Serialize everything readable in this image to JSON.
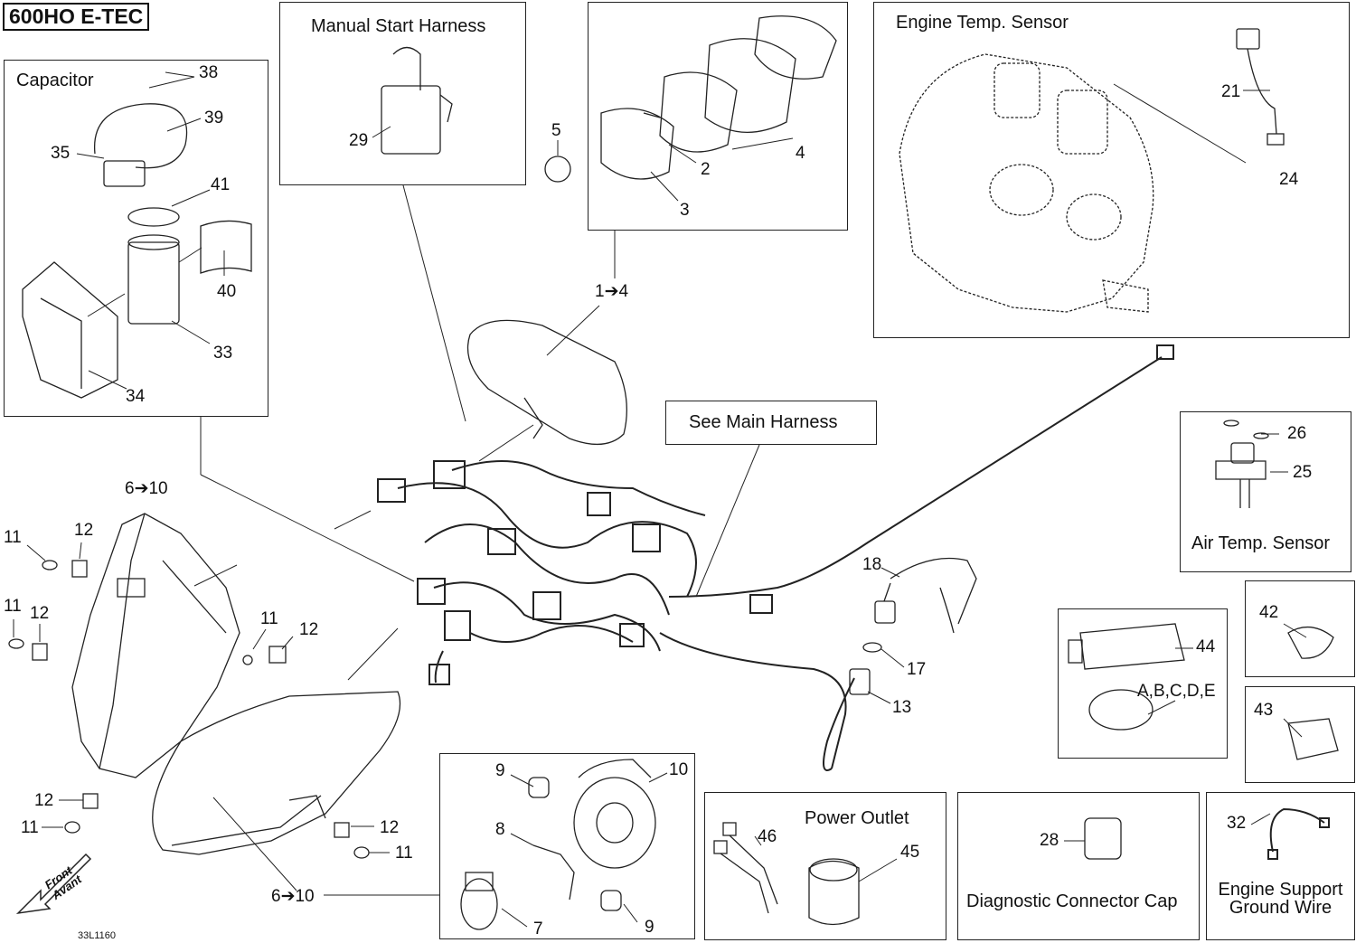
{
  "model_badge": "600HO E-TEC",
  "drawing_code": "33L1160",
  "front_arrow": {
    "line1": "Front",
    "line2": "Avant"
  },
  "boxes": {
    "capacitor": "Capacitor",
    "manual_start_harness": "Manual Start Harness",
    "engine_temp_sensor": "Engine Temp. Sensor",
    "see_main_harness": "See Main Harness",
    "air_temp_sensor": "Air Temp. Sensor",
    "power_outlet": "Power Outlet",
    "diagnostic_connector_cap": "Diagnostic Connector Cap",
    "engine_support_ground_wire_1": "Engine Support",
    "engine_support_ground_wire_2": "Ground Wire"
  },
  "labels": {
    "p38": "38",
    "p39": "39",
    "p35": "35",
    "p41": "41",
    "p40": "40",
    "p33": "33",
    "p34": "34",
    "p29": "29",
    "p5": "5",
    "p2": "2",
    "p3": "3",
    "p4": "4",
    "p1to4": "1➔4",
    "p21": "21",
    "p24": "24",
    "p26": "26",
    "p25": "25",
    "p6to10_top": "6➔10",
    "p11a": "11",
    "p12a": "12",
    "p11b": "11",
    "p12b": "12",
    "p11c": "11",
    "p12c": "12",
    "p12d": "12",
    "p11d": "11",
    "p12e": "12",
    "p11e": "11",
    "p6to10_bottom": "6➔10",
    "p18": "18",
    "p17": "17",
    "p13": "13",
    "p9a": "9",
    "p10": "10",
    "p8": "8",
    "p7": "7",
    "p9b": "9",
    "p46": "46",
    "p45": "45",
    "p28": "28",
    "p32": "32",
    "p42": "42",
    "p43": "43",
    "p44": "44",
    "pAE": "A,B,C,D,E"
  }
}
